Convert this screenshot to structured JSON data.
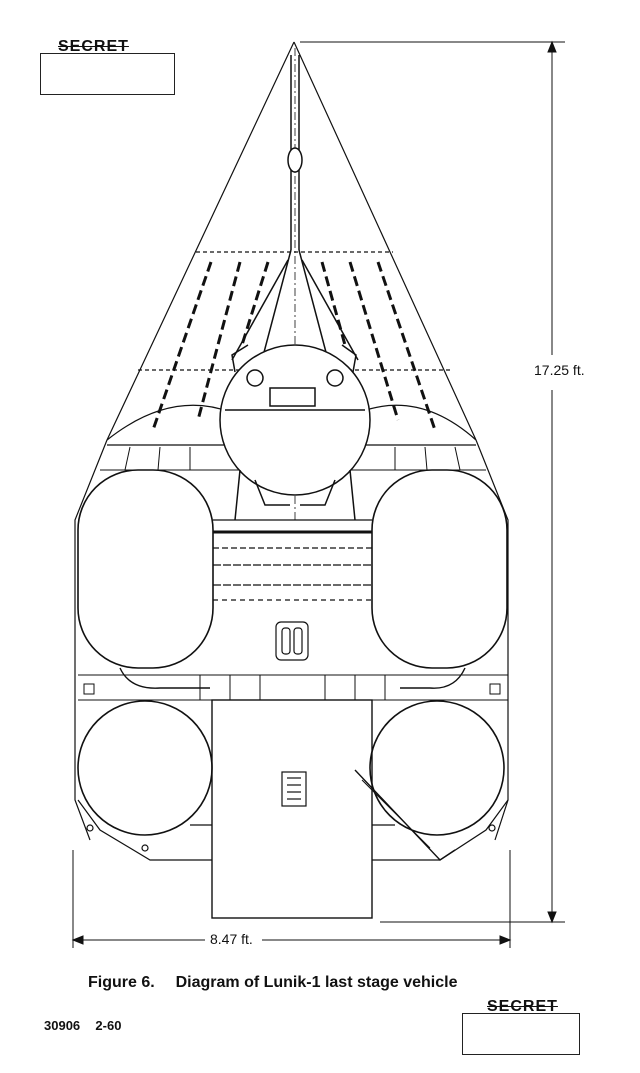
{
  "header": {
    "classification": "SECRET"
  },
  "dimensions": {
    "height": "17.25 ft.",
    "width": "8.47 ft."
  },
  "caption": {
    "figure": "Figure 6.",
    "title": "Diagram of Lunik-1 last stage vehicle"
  },
  "footer": {
    "code": "30906",
    "date": "2-60",
    "classification": "SECRET"
  }
}
